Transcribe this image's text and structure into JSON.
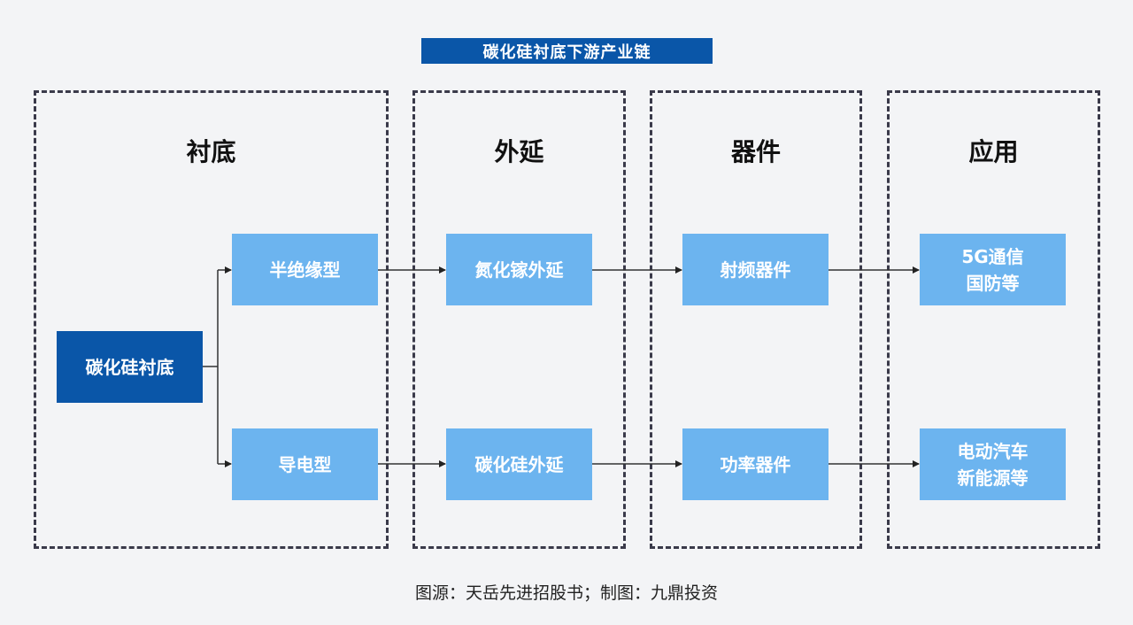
{
  "title": "碳化硅衬底下游产业链",
  "columns": [
    {
      "heading": "衬底"
    },
    {
      "heading": "外延"
    },
    {
      "heading": "器件"
    },
    {
      "heading": "应用"
    }
  ],
  "nodes": {
    "substrate": "碳化硅衬底",
    "semi_insulating": "半绝缘型",
    "conductive": "导电型",
    "gan_epi": "氮化镓外延",
    "sic_epi": "碳化硅外延",
    "rf_device": "射频器件",
    "power_device": "功率器件",
    "app_top": [
      "5G通信",
      "国防等"
    ],
    "app_bottom": [
      "电动汽车",
      "新能源等"
    ]
  },
  "colors": {
    "dark_blue": "#0a56a8",
    "light_blue": "#6cb4ef",
    "background": "#f3f4f6"
  },
  "footer": "图源：天岳先进招股书；制图：九鼎投资"
}
